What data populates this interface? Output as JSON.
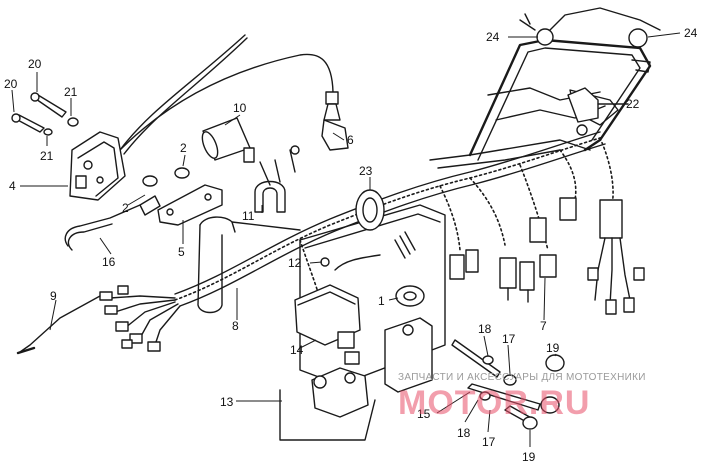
{
  "diagram": {
    "callouts": {
      "c1": "1",
      "c2a": "2",
      "c2b": "2",
      "c4": "4",
      "c5": "5",
      "c6": "6",
      "c7": "7",
      "c8": "8",
      "c9": "9",
      "c10": "10",
      "c11": "11",
      "c12": "12",
      "c13": "13",
      "c14": "14",
      "c15": "15",
      "c16": "16",
      "c17a": "17",
      "c17b": "17",
      "c18a": "18",
      "c18b": "18",
      "c19a": "19",
      "c19b": "19",
      "c20a": "20",
      "c20b": "20",
      "c21a": "21",
      "c21b": "21",
      "c22": "22",
      "c23": "23",
      "c24a": "24",
      "c24b": "24"
    }
  },
  "watermark": {
    "tagline": "ЗАПЧАСТИ И АКСЕССУАРЫ ДЛЯ МОТОТЕХНИКИ",
    "logo": "MOTOR.RU",
    "color": "#e8506a",
    "tagline_color": "#9a9a9a"
  },
  "colors": {
    "ink": "#1a1a1a",
    "background": "#ffffff"
  }
}
